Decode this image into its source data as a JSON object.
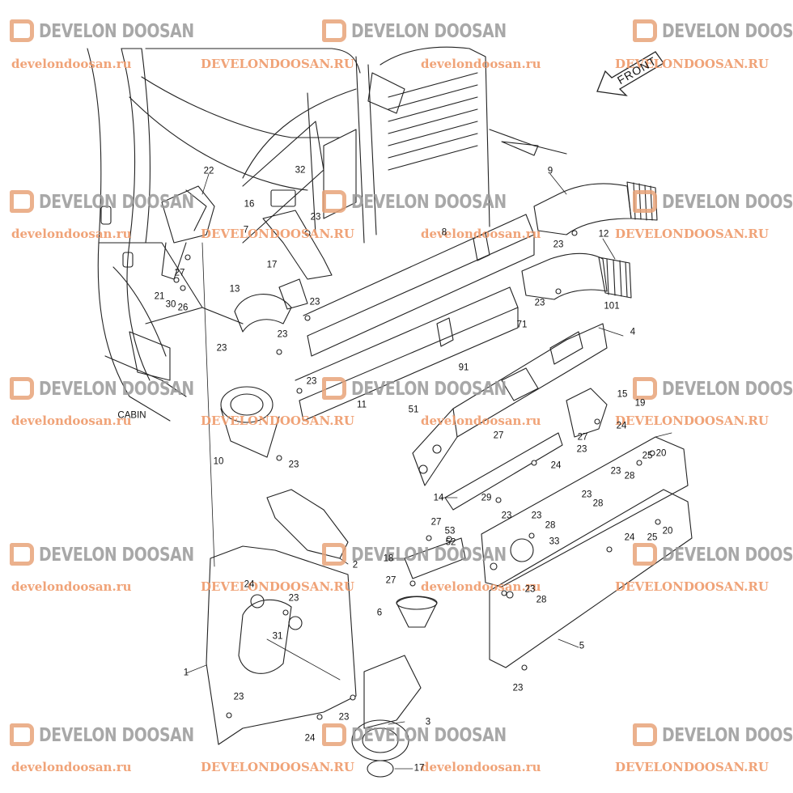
{
  "watermark": {
    "logo_text": "DEVELON DOOSAN",
    "url_lower": "develondoosan.ru",
    "url_upper": "DEVELONDOOSAN.RU"
  },
  "labels": {
    "front": "FRONT",
    "cabin": "CABIN"
  },
  "callouts": [
    "1",
    "2",
    "3",
    "4",
    "5",
    "6",
    "7",
    "8",
    "9",
    "10",
    "11",
    "12",
    "13",
    "14",
    "15",
    "16",
    "17",
    "17",
    "18",
    "19",
    "20",
    "20",
    "21",
    "22",
    "23",
    "23",
    "23",
    "23",
    "23",
    "23",
    "23",
    "23",
    "23",
    "23",
    "23",
    "23",
    "23",
    "23",
    "23",
    "23",
    "23",
    "23",
    "24",
    "24",
    "24",
    "24",
    "24",
    "25",
    "25",
    "26",
    "27",
    "27",
    "27",
    "27",
    "27",
    "28",
    "28",
    "28",
    "28",
    "29",
    "30",
    "31",
    "32",
    "33",
    "51",
    "52",
    "53",
    "71",
    "91",
    "101"
  ]
}
